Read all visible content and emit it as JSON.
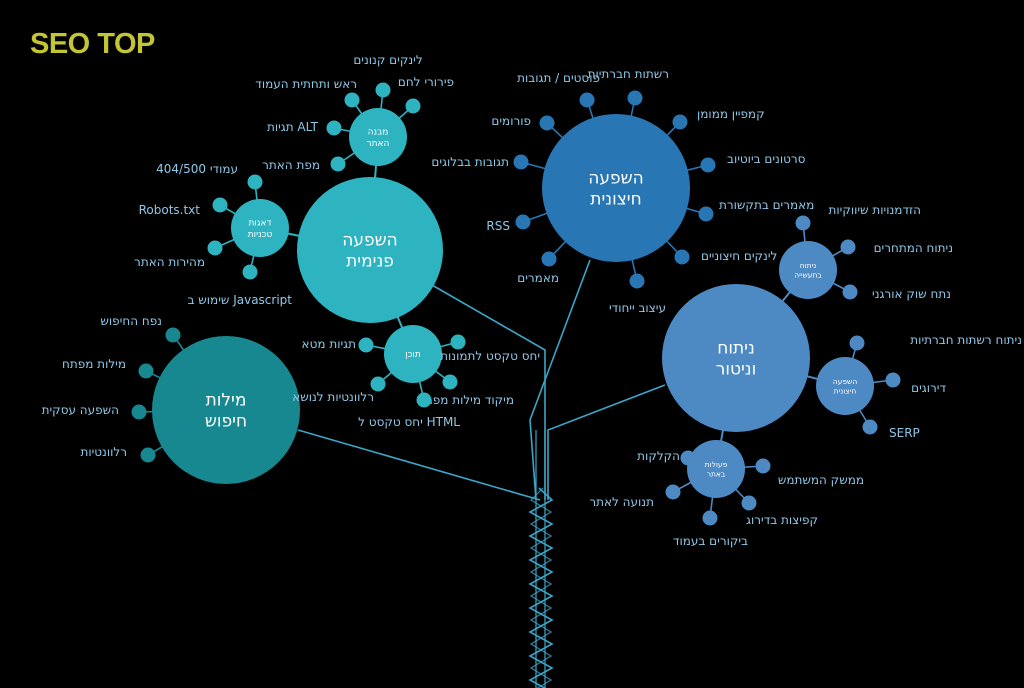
{
  "title": "SEO TOP",
  "colors": {
    "background": "#000000",
    "title": "#c3c532",
    "teal": "#2eb3c0",
    "teal_dark": "#17888f",
    "blue": "#2876b3",
    "steel": "#4d89c3",
    "label": "#8fc7e6",
    "trunk": "#3aa6c8"
  },
  "hubs": {
    "internal": "השפעה פנימית",
    "external": "השפעה חיצונית",
    "analysis": "ניתוח וניטור",
    "keywords": "מילות חיפוש"
  },
  "subhubs": {
    "site_structure": "מבנה האתר",
    "technical": "דאגות טכניות",
    "content": "תוכן",
    "marketing_analysis": "ניתוח בתעשייה",
    "external_impact": "השפעה חיצונית",
    "on_site_actions": "פעולות באתר"
  },
  "labels": {
    "internal_links": "לינקים קנונים",
    "menu_items": "פירורי לחם",
    "page_header": "ראש ותחתית העמוד",
    "alt_tags": "תגיות ALT",
    "sitemap": "מפת האתר",
    "error_pages": "עמודי 404/500",
    "robots": "Robots.txt",
    "site_speed": "מהירות האתר",
    "javascript": "שימוש ב Javascript",
    "meta_tags": "תגיות מטא",
    "image_text": "יחס טקסט לתמונות",
    "topic_relevance": "רלוונטיות לנושא",
    "keyword_focus": "מיקוד מילות מפתח",
    "html_text": "יחס טקסט ל HTML",
    "search_volume": "נפח החיפוש",
    "keywords": "מילות מפתח",
    "business_impact": "השפעה עסקית",
    "relevance": "רלוונטיות",
    "social_networks": "רשתות חברתיות",
    "posts_replies": "פוסטים / תגובות",
    "forums": "פורומים",
    "blog_comments": "תגובות בבלוגים",
    "rss": "RSS",
    "articles": "מאמרים",
    "unique_design": "עיצוב ייחודי",
    "external_links": "לינקים חיצוניים",
    "press_articles": "מאמרים בתקשורת",
    "youtube_videos": "סרטונים ביוטיוב",
    "sponsored_campaign": "קמפיין ממומן",
    "marketing_opps": "הזדמנויות שיווקיות",
    "competitor_analysis": "ניתוח המתחרים",
    "organic_market": "נתח שוק אורגני",
    "social_analysis": "ניתוח רשתות חברתיות",
    "rankings": "דירוגים",
    "serp": "SERP",
    "clicks": "הקלקות",
    "user_interface": "ממשק המשתמש",
    "site_traffic": "תנועה לאתר",
    "ranking_jumps": "קפיצות בדירוג",
    "page_visits": "ביקורים בעמוד"
  }
}
